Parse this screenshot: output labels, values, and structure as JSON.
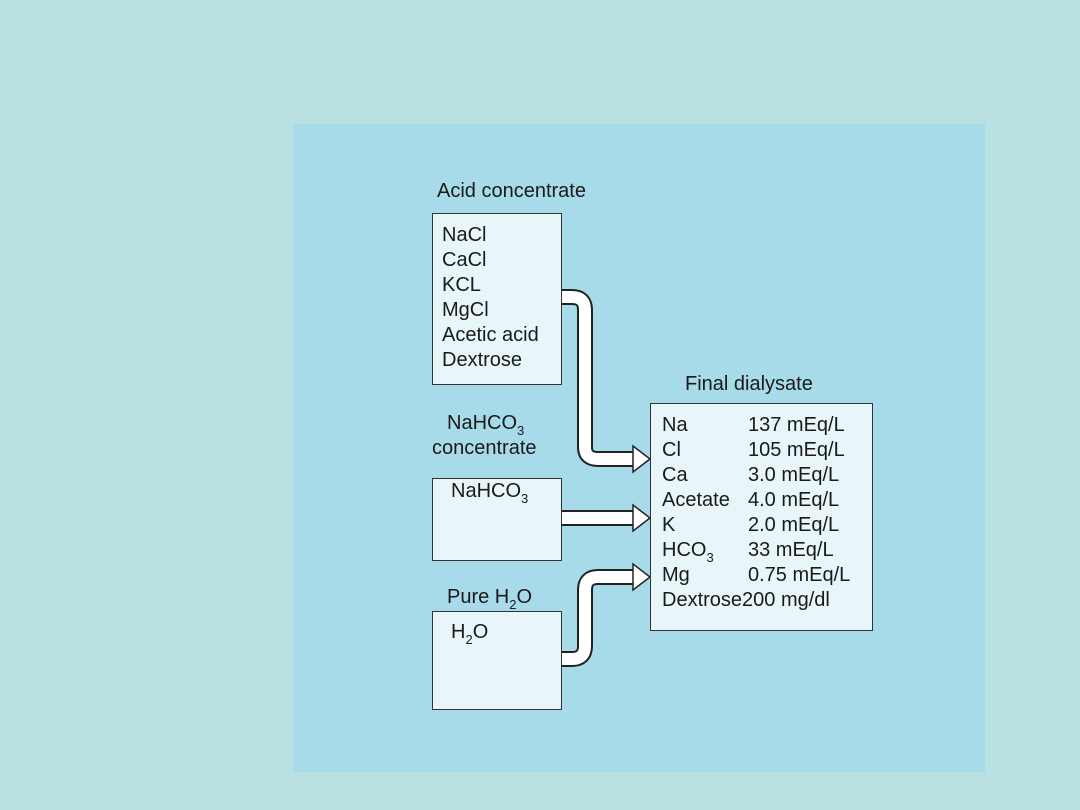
{
  "acid": {
    "title": "Acid concentrate",
    "items": [
      "NaCl",
      "CaCl",
      "KCL",
      "MgCl",
      "Acetic acid",
      "Dextrose"
    ]
  },
  "bicarb": {
    "title_main": "NaHCO",
    "title_sub": "3",
    "title_line2": "concentrate",
    "item_main": "NaHCO",
    "item_sub": "3"
  },
  "water": {
    "title_main": "Pure H",
    "title_sub": "2",
    "title_end": "O",
    "item_main": "H",
    "item_sub": "2",
    "item_end": "O"
  },
  "final": {
    "title": "Final dialysate",
    "rows": [
      {
        "name": "Na",
        "value": "137 mEq/L"
      },
      {
        "name": "Cl",
        "value": "105 mEq/L"
      },
      {
        "name": "Ca",
        "value": "3.0 mEq/L"
      },
      {
        "name": "Acetate",
        "value": "4.0 mEq/L"
      },
      {
        "name": "K",
        "value": "2.0 mEq/L"
      },
      {
        "name": "HCO",
        "sub": "3",
        "value": "33 mEq/L"
      },
      {
        "name": "Mg",
        "value": "0.75 mEq/L"
      },
      {
        "name": "Dextrose",
        "value": "200 mg/dl"
      }
    ]
  }
}
